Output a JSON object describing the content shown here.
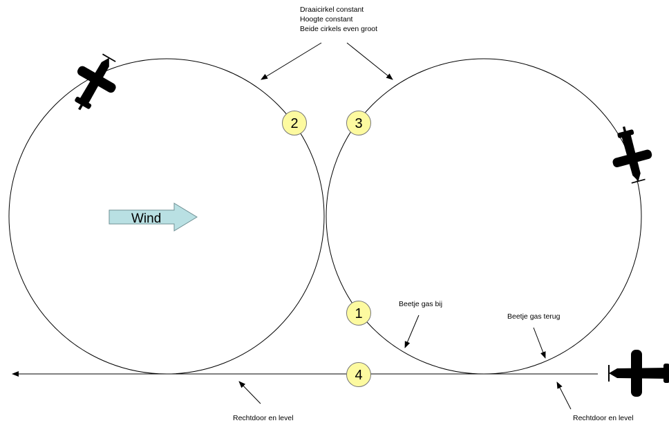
{
  "header_note": {
    "line1": "Draaicirkel constant",
    "line2": "Hoogte constant",
    "line3": "Beide cirkels even groot"
  },
  "wind": {
    "label": "Wind",
    "fill_color": "#b9e0e3",
    "stroke_color": "#6e8f93"
  },
  "markers": [
    {
      "label": "1"
    },
    {
      "label": "2"
    },
    {
      "label": "3"
    },
    {
      "label": "4"
    }
  ],
  "marker_fill": "#fdfaa0",
  "annotations": {
    "gas_bij": "Beetje gas bij",
    "gas_terug": "Beetje gas terug",
    "straight_left": "Rechtdoor en level",
    "straight_right": "Rechtdoor en level"
  },
  "icons": {
    "plane_top_left": "airplane-icon",
    "plane_right": "airplane-icon",
    "plane_bottom_right": "airplane-icon"
  }
}
